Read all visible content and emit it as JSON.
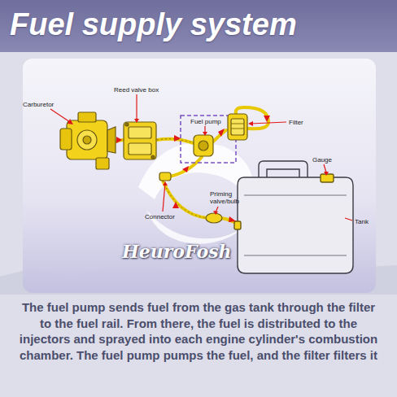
{
  "diagram": {
    "title": "Fuel supply system",
    "caption": "The fuel pump sends fuel from the gas tank through the filter to the fuel rail. From there, the fuel is distributed to the injectors and sprayed into each engine cylinder's combustion chamber. The fuel pump pumps the fuel, and the filter filters it",
    "labels": [
      "Carburetor",
      "Reed valve box",
      "Fuel pump",
      "Filter",
      "Gauge",
      "Priming valve/bulb",
      "Connector",
      "Tank",
      "HeuroFosh"
    ]
  }
}
